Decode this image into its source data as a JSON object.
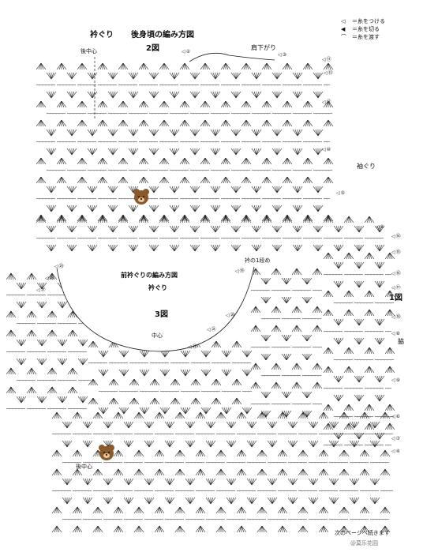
{
  "labels": {
    "back_neckline": "衿ぐり",
    "back_title": "後身頃の編み方図",
    "fig2": "2図",
    "back_center": "後中心",
    "shoulder_drop": "肩下がり",
    "armhole": "袖ぐり",
    "front_title": "前衿ぐりの編み方図",
    "front_neckline": "衿ぐり",
    "fig3": "3図",
    "neck_row1": "衿の1段め",
    "center": "中心",
    "fig1": "1図",
    "side": "脇",
    "back_center_lower": "後中心",
    "continued": "次のページへ続きます",
    "credit": "@莫乐花园"
  },
  "legend": [
    {
      "symbol": "◁",
      "text": "＝糸をつける"
    },
    {
      "symbol": "◀",
      "text": "＝糸を切る"
    },
    {
      "symbol": "⌒",
      "text": "＝糸を渡す"
    }
  ],
  "row_numbers": [
    "⑪",
    "⑬",
    "⑫",
    "⑩",
    "⑤",
    "①",
    "②",
    "③",
    "⑭",
    "⑮",
    "⑯",
    "⑲",
    "⑳",
    "㉑",
    "㉒",
    "㉕",
    "㉖",
    "㉗",
    "⑰",
    "⑱",
    "⑧",
    "⑨",
    "⑥",
    "⑦",
    "④"
  ],
  "colors": {
    "ink": "#1a1a1a",
    "bear": "#8a5a2b",
    "bear_dark": "#3b2412"
  }
}
